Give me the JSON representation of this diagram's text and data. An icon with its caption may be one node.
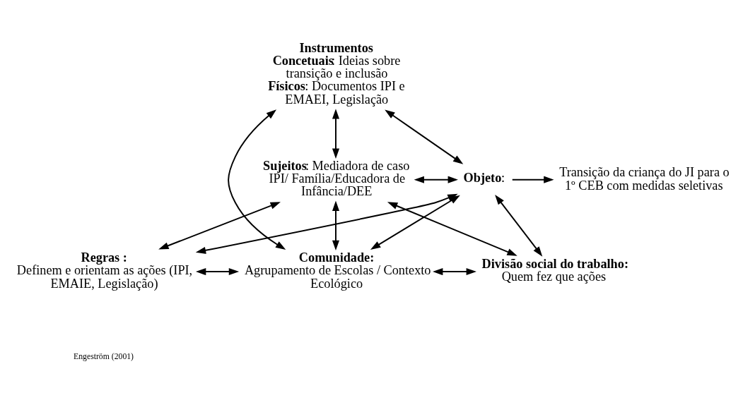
{
  "diagram": {
    "nodes": [
      {
        "text": [
          "Instrumentos",
          "**Concetuais**: Ideias sobre transição e inclusão",
          "**Físicos**: Documentos IPI e EMAEI, Legislação"
        ]
      },
      {
        "text": [
          "**Sujeitos**: Mediadora de caso IPI/ Família/Educadora de Infância/DEE"
        ]
      },
      {
        "text": [
          "**Objeto**:"
        ]
      },
      {
        "text": [
          "Transição da criança do JI para o 1º CEB com medidas seletivas"
        ]
      },
      {
        "text": [
          "Regras :",
          "Definem e orientam as ações (IPI, EMAIE, Legislação)"
        ]
      },
      {
        "text": [
          "Comunidade:",
          "Agrupamento de Escolas / Contexto Ecológico"
        ]
      },
      {
        "text": [
          "Divisão social do trabalho:",
          "Quem fez que ações"
        ]
      }
    ],
    "edges": [
      {
        "from": 0,
        "to": 1,
        "arrow": "both"
      },
      {
        "from": 0,
        "to": 2,
        "arrow": "both"
      },
      {
        "from": 0,
        "to": 5,
        "arrow": "both"
      },
      {
        "from": 1,
        "to": 2,
        "arrow": "both"
      },
      {
        "from": 1,
        "to": 4,
        "arrow": "both"
      },
      {
        "from": 1,
        "to": 5,
        "arrow": "both"
      },
      {
        "from": 1,
        "to": 6,
        "arrow": "both"
      },
      {
        "from": 2,
        "to": 4,
        "arrow": "both"
      },
      {
        "from": 2,
        "to": 5,
        "arrow": "both"
      },
      {
        "from": 2,
        "to": 6,
        "arrow": "both"
      },
      {
        "from": 4,
        "to": 5,
        "arrow": "both"
      },
      {
        "from": 5,
        "to": 6,
        "arrow": "both"
      },
      {
        "from": 2,
        "to": 3,
        "arrow": "to"
      }
    ],
    "labels": [
      "Engeström (2001)"
    ]
  }
}
